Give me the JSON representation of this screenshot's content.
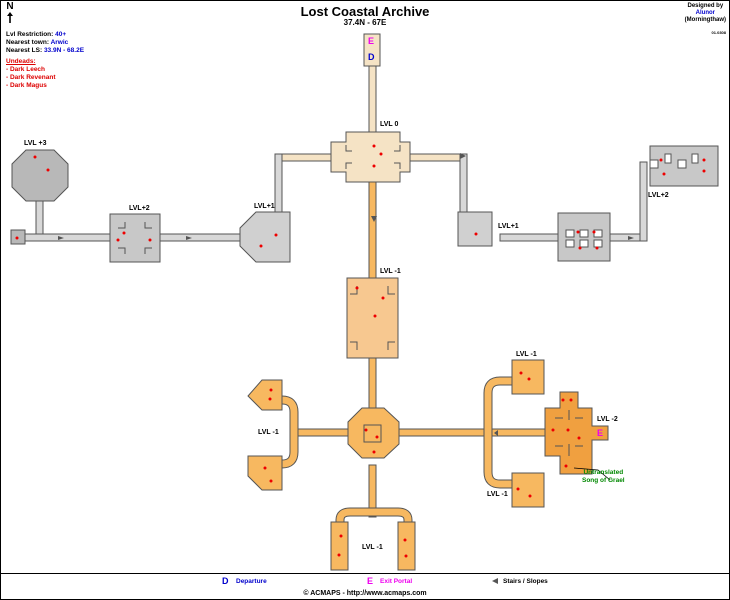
{
  "title": "Lost Coastal Archive",
  "coords": "37.4N - 67E",
  "compass": "N",
  "designed_by": "Designed by",
  "designer": "Alunor",
  "designer_server": "(Morningthaw)",
  "version": "01.0308",
  "info": {
    "lvl_label": "Lvl Restriction:",
    "lvl_value": "40+",
    "town_label": "Nearest town:",
    "town_value": "Arwic",
    "ls_label": "Nearest LS:",
    "ls_value": "33.9N - 68.2E",
    "undeads_label": "Undeads:",
    "undeads": [
      "- Dark Leech",
      "- Dark Revenant",
      "- Dark Magus"
    ]
  },
  "levels": {
    "lvl0": "LVL 0",
    "lvl3": "LVL +3",
    "lvl2_left": "LVL+2",
    "lvl1_left": "LVL+1",
    "lvl1_right": "LVL+1",
    "lvl2_right": "LVL+2",
    "lvlm1_center": "LVL -1",
    "lvlm1_left": "LVL -1",
    "lvlm1_right_top": "LVL -1",
    "lvlm2": "LVL -2",
    "lvlm1_right_bottom": "LVL -1",
    "lvlm1_bottom": "LVL -1"
  },
  "markers": {
    "exit": "E",
    "departure": "D",
    "exit_room": "E"
  },
  "annotation": [
    "Untranslated",
    "Song of Grael"
  ],
  "legend": {
    "departure_symbol": "D",
    "departure": "Departure",
    "exit_symbol": "E",
    "exit": "Exit Portal",
    "stairs": "Stairs / Slopes"
  },
  "footer": "© ACMAPS - http://www.acmaps.com",
  "colors": {
    "beige": "#f5e3c5",
    "orange": "#f7b860",
    "orange_light": "#f7c890",
    "orange_deep": "#f0a040",
    "gray": "#c8c8c8",
    "gray_light": "#d8d8d8",
    "dot": "#ee0000"
  }
}
